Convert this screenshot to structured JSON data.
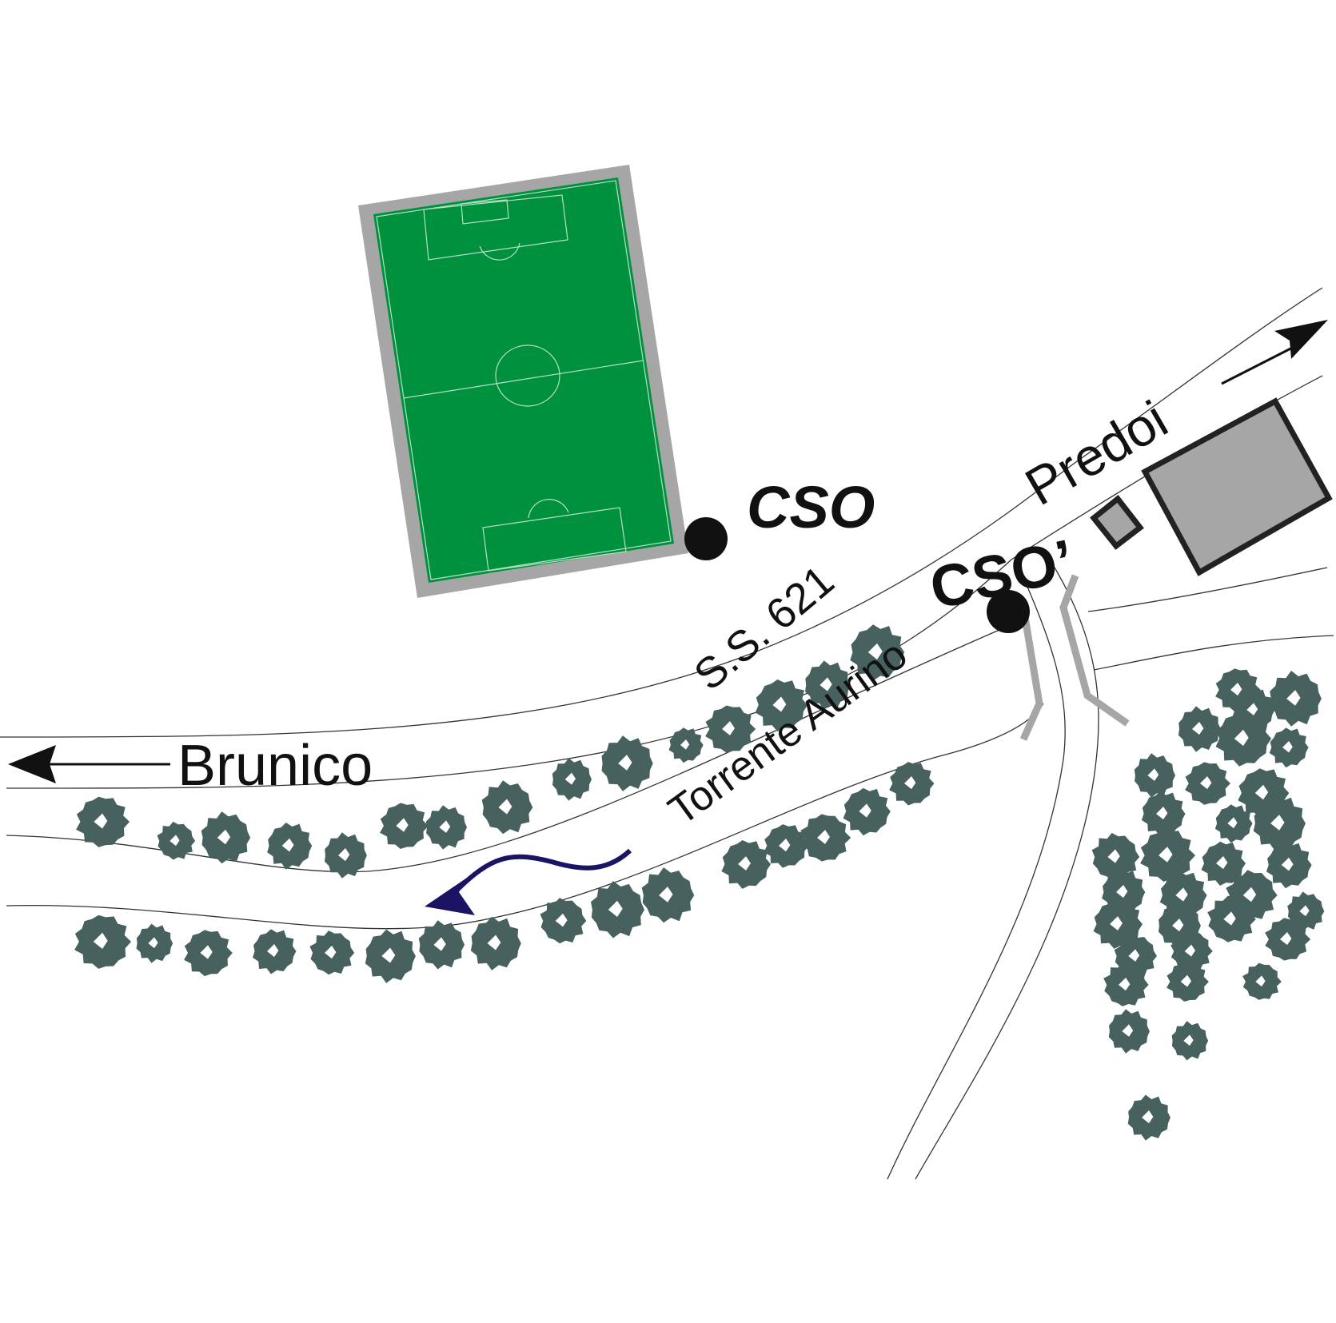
{
  "map": {
    "labels": {
      "brunico": "Brunico",
      "predoi": "Predoi",
      "road": "S.S. 621",
      "river": "Torrente Aurino",
      "station_a": "CSO",
      "station_b": "CSO’"
    },
    "colors": {
      "field_green": "#00913F",
      "field_border": "#A6A6A6",
      "tree": "#47615F",
      "building": "#A6A6A6",
      "bridge": "#A6A6A6",
      "flow_arrow": "#1B1464",
      "line": "#222222",
      "marker": "#111111"
    },
    "icons": {
      "sports_field": "soccer-field-icon",
      "buildings": "building-icon",
      "trees": "tree-icon",
      "bridge": "bridge-icon",
      "stations": "station-dot-icon",
      "flow": "flow-direction-arrow-icon"
    }
  }
}
